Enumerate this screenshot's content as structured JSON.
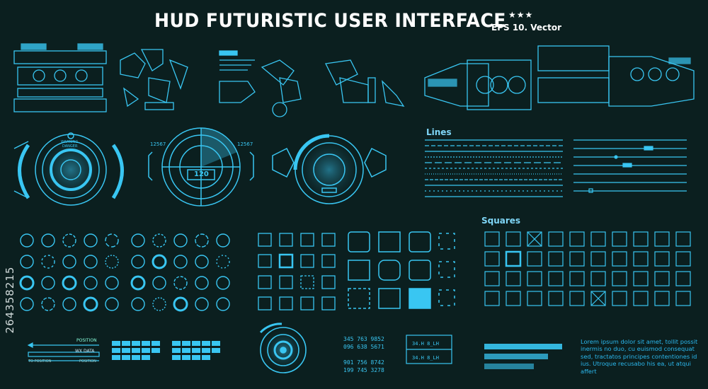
{
  "header": {
    "title": "HUD FUTURISTIC USER INTERFACE",
    "stars": "★★★",
    "subtitle": "EPS 10. Vector"
  },
  "side_label": "264358215",
  "section_labels": {
    "lines": "Lines",
    "squares": "Squares"
  },
  "gauges": {
    "left_number": "12567",
    "right_number": "12567",
    "center_value": "120",
    "warning": "WARNING DANGER"
  },
  "readouts": {
    "position": "POSITION",
    "wx_data": "WX DATA",
    "to_position": "TO POSITION",
    "position_small": "POSITION"
  },
  "number_block": "345 763 9852\n096 638 5671\n\n901 756 8742\n199 745 3278",
  "lorem_text": "Lorem ipsum dolor sit amet, tollit possit inermis no duo, cu euismod consequat sed, tractatos principes contentiones id ius. Utroque recusabo his ea, ut atqui affert",
  "colors": {
    "background": "#0b1f1f",
    "accent": "#39c6f2",
    "bright": "#00d4ff",
    "title": "#ffffff"
  }
}
